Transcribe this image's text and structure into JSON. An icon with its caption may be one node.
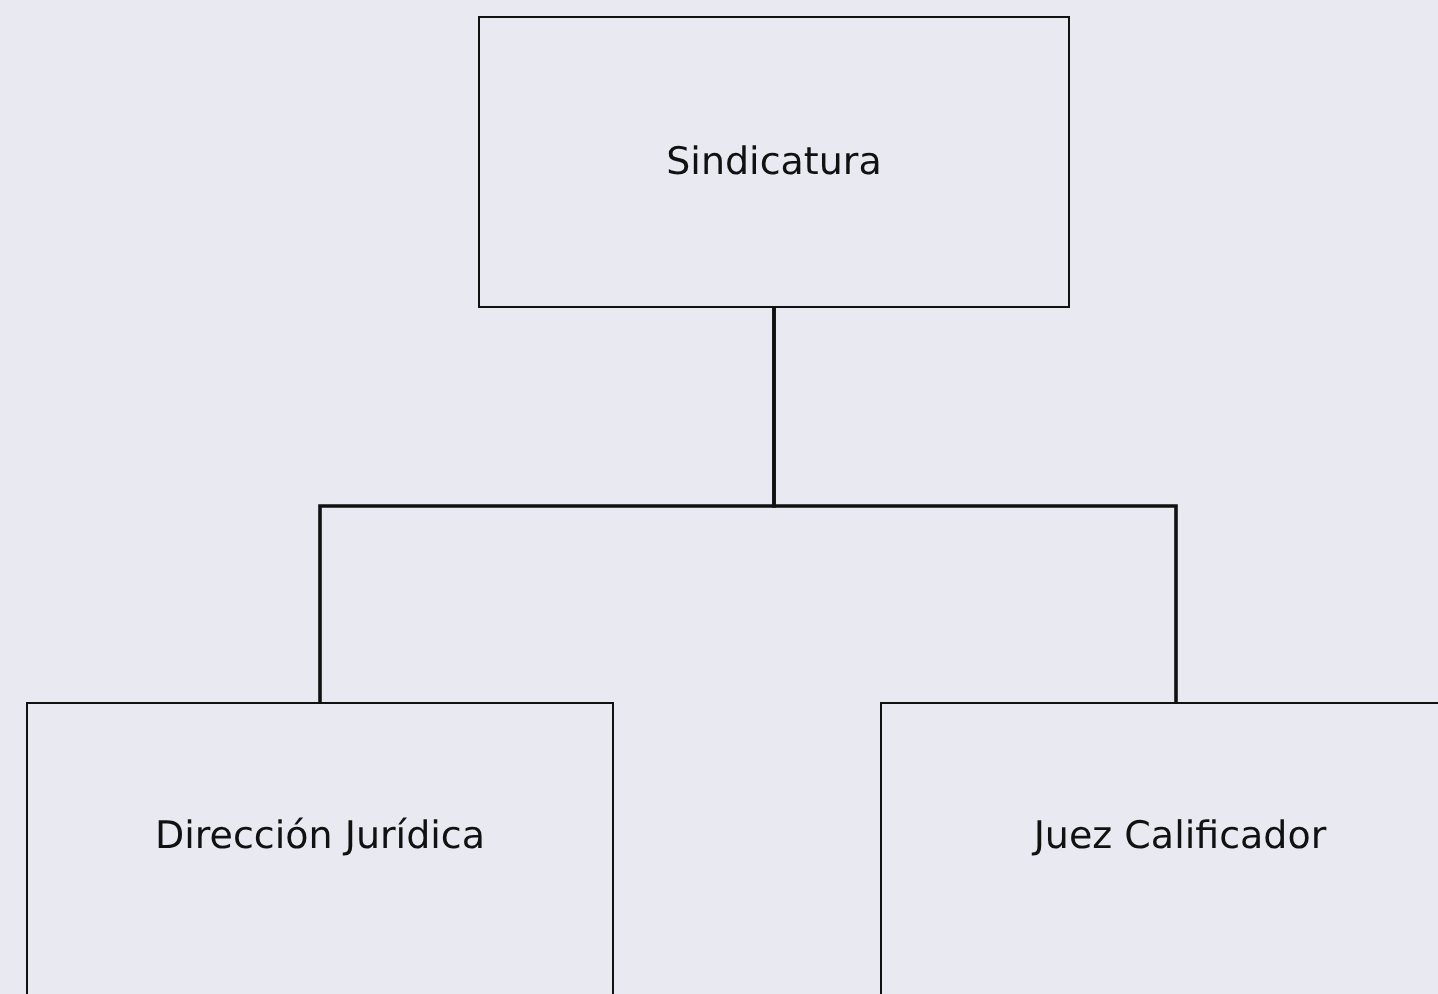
{
  "diagram": {
    "nodes": [
      {
        "text": [
          "Sindicatura"
        ]
      },
      {
        "text": [
          "Dirección Jurídica"
        ]
      },
      {
        "text": [
          "Juez Calificador"
        ]
      }
    ],
    "edges": [
      {
        "from": 0,
        "to": 1,
        "arrow": "none"
      },
      {
        "from": 0,
        "to": 2,
        "arrow": "none"
      }
    ]
  }
}
